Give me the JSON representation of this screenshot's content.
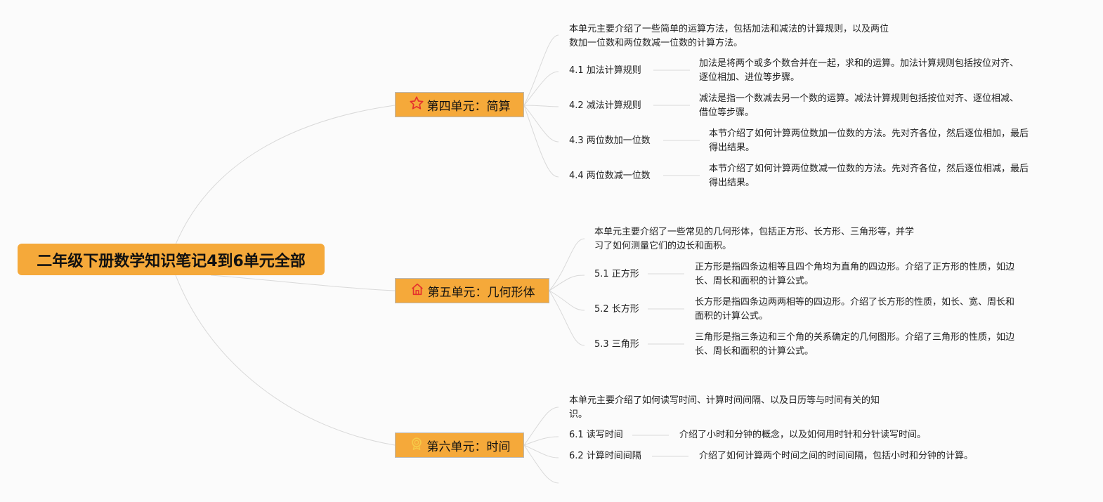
{
  "root": {
    "title": "二年级下册数学知识笔记4到6单元全部"
  },
  "colors": {
    "node_fill": "#f5a93a",
    "line": "#d9d9d9",
    "star_icon": "#e5322d",
    "house_icon": "#e5322d",
    "badge_icon": "#f7c948"
  },
  "unit4": {
    "title": "第四单元：简算",
    "icon": "star-icon",
    "intro": [
      "本单元主要介绍了一些简单的运算方法，包括加法和减法的计算规则，以及两位",
      "数加一位数和两位数减一位数的计算方法。"
    ],
    "items": [
      {
        "label": "4.1 加法计算规则",
        "desc": [
          "加法是将两个或多个数合并在一起，求和的运算。加法计算规则包括按位对齐、",
          "逐位相加、进位等步骤。"
        ]
      },
      {
        "label": "4.2 减法计算规则",
        "desc": [
          "减法是指一个数减去另一个数的运算。减法计算规则包括按位对齐、逐位相减、",
          "借位等步骤。"
        ]
      },
      {
        "label": "4.3 两位数加一位数",
        "desc": [
          "本节介绍了如何计算两位数加一位数的方法。先对齐各位，然后逐位相加，最后",
          "得出结果。"
        ]
      },
      {
        "label": "4.4 两位数减一位数",
        "desc": [
          "本节介绍了如何计算两位数减一位数的方法。先对齐各位，然后逐位相减，最后",
          "得出结果。"
        ]
      }
    ]
  },
  "unit5": {
    "title": "第五单元：几何形体",
    "icon": "house-icon",
    "intro": [
      "本单元主要介绍了一些常见的几何形体，包括正方形、长方形、三角形等，并学",
      "习了如何测量它们的边长和面积。"
    ],
    "items": [
      {
        "label": "5.1 正方形",
        "desc": [
          "正方形是指四条边相等且四个角均为直角的四边形。介绍了正方形的性质，如边",
          "长、周长和面积的计算公式。"
        ]
      },
      {
        "label": "5.2 长方形",
        "desc": [
          "长方形是指四条边两两相等的四边形。介绍了长方形的性质，如长、宽、周长和",
          "面积的计算公式。"
        ]
      },
      {
        "label": "5.3 三角形",
        "desc": [
          "三角形是指三条边和三个角的关系确定的几何图形。介绍了三角形的性质，如边",
          "长、周长和面积的计算公式。"
        ]
      }
    ]
  },
  "unit6": {
    "title": "第六单元：时间",
    "icon": "badge-icon",
    "intro": [
      "本单元主要介绍了如何读写时间、计算时间间隔、以及日历等与时间有关的知",
      "识。"
    ],
    "items": [
      {
        "label": "6.1 读写时间",
        "desc": [
          "介绍了小时和分钟的概念，以及如何用时针和分针读写时间。"
        ]
      },
      {
        "label": "6.2 计算时间间隔",
        "desc": [
          "介绍了如何计算两个时间之间的时间间隔，包括小时和分钟的计算。"
        ]
      }
    ]
  }
}
